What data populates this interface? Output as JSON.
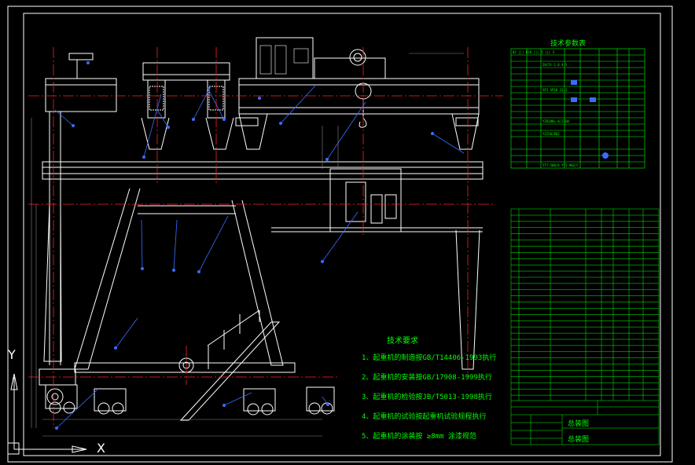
{
  "drawing": {
    "table_top_title": "技术参数表",
    "notes_title": "技术要求",
    "notes": [
      "1、起重机的制造按GB/T14406-1993执行",
      "2、起重机的安装按GB/17908-1999执行",
      "3、起重机的检验按JB/T5013-1998执行",
      "4、起重机的试验按起重机试验规程执行",
      "5、起重机的涂装按 ≥8mm 涂漆规范"
    ],
    "title_block": {
      "name": "总装图",
      "drawing_no": "总装图"
    }
  },
  "axes": {
    "y_label": "Y",
    "x_label": "X"
  }
}
